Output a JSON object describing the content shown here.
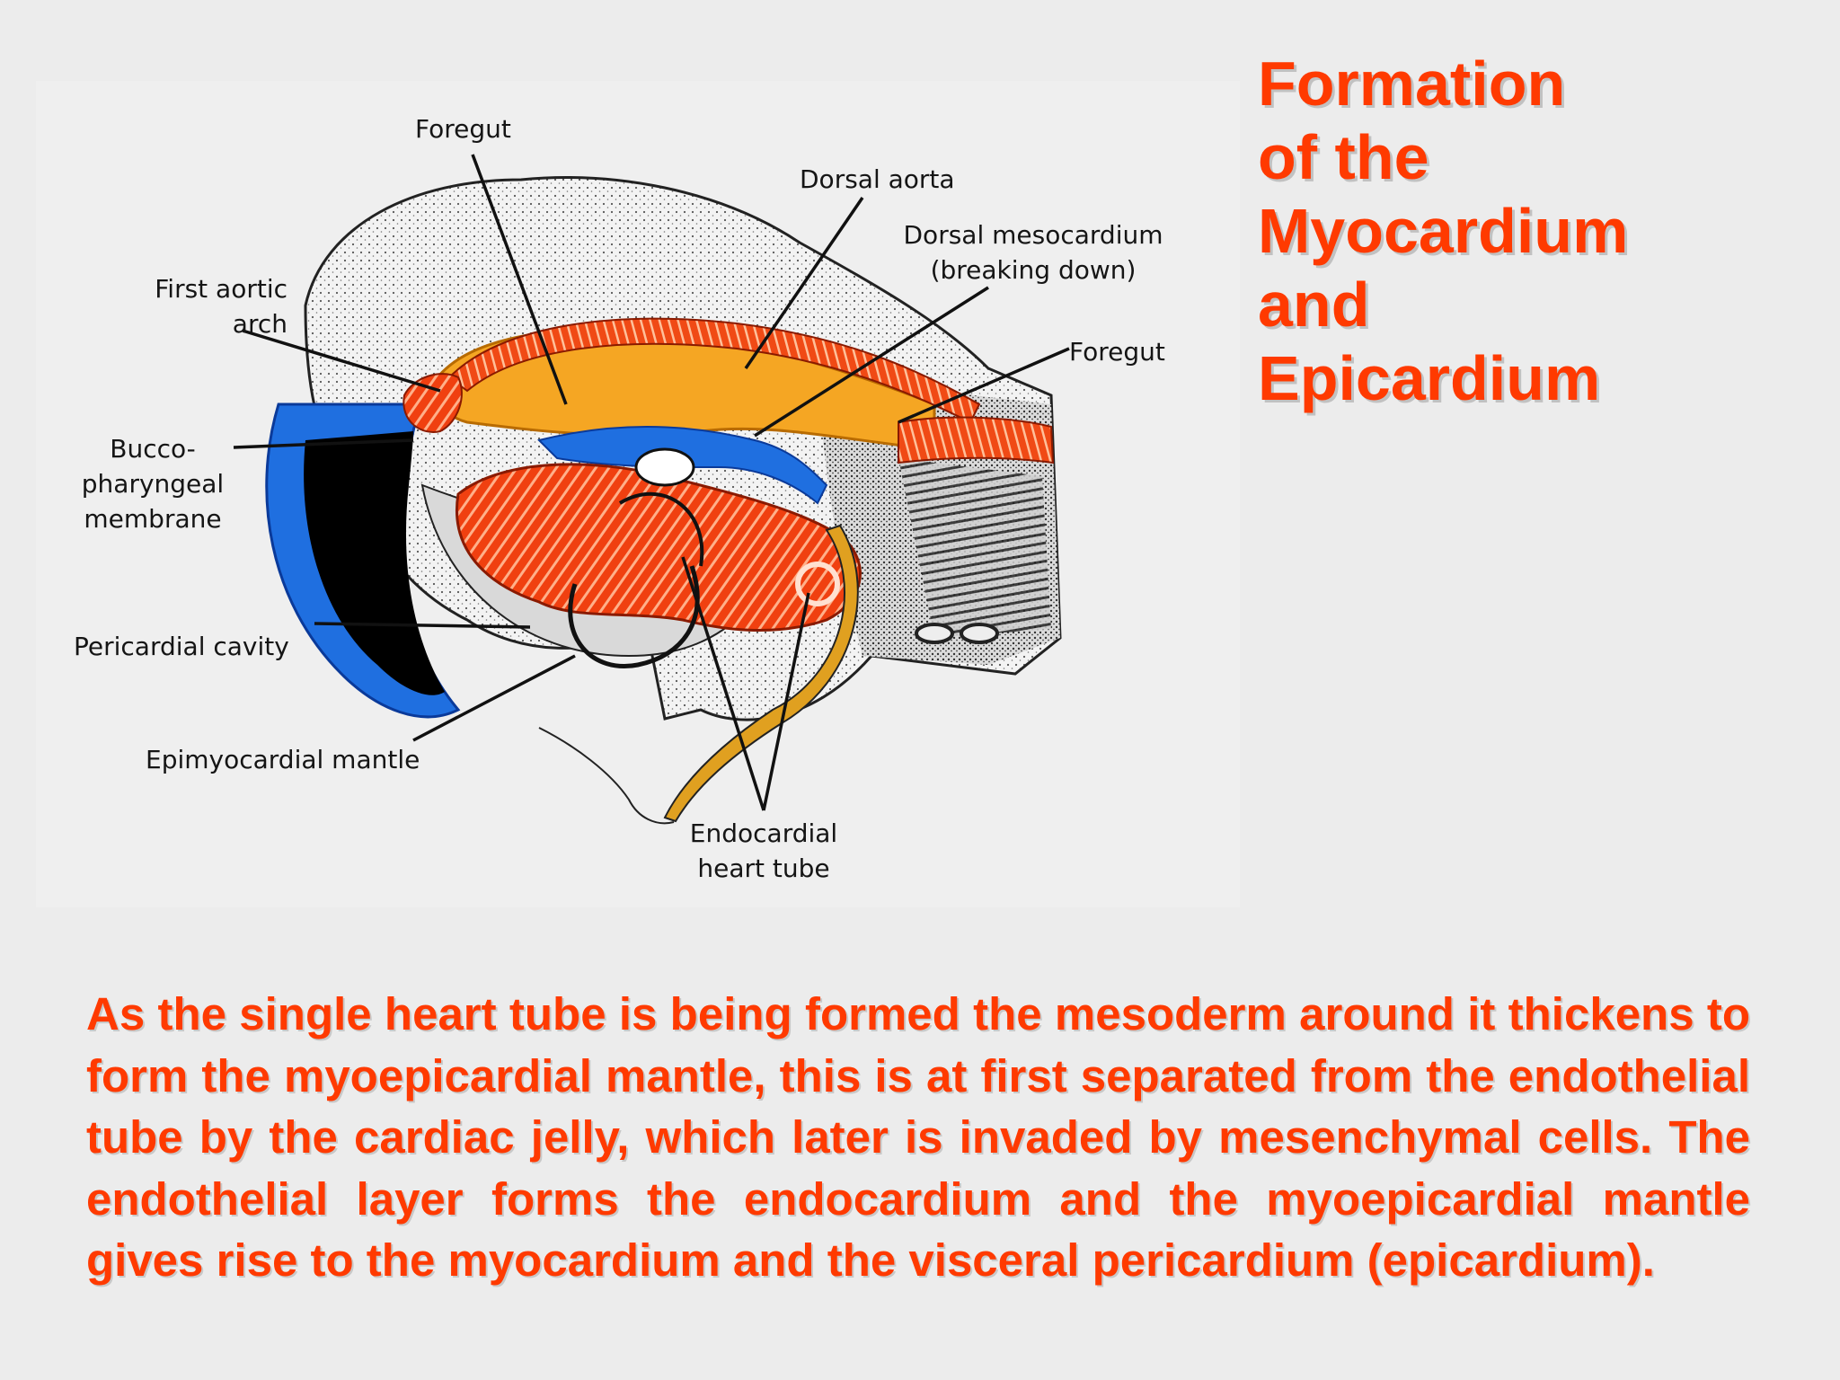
{
  "title_lines": [
    "Formation",
    "of the",
    "Myocardium",
    "and",
    "Epicardium"
  ],
  "body": "As the single heart tube is being formed the mesoderm around it thickens to form the myoepicardial mantle, this is at first separated from the endothelial tube by the cardiac jelly, which later is invaded by mesenchymal cells. The endothelial layer forms the endocardium and the myoepicardial mantle gives rise to the myocardium and the visceral pericardium (epicardium).",
  "labels": {
    "foregut_top": "Foregut",
    "dorsal_aorta": "Dorsal aorta",
    "dorsal_mesocardium_1": "Dorsal mesocardium",
    "dorsal_mesocardium_2": "(breaking down)",
    "foregut_right": "Foregut",
    "first_aortic_1": "First aortic",
    "first_aortic_2": "arch",
    "bucco_1": "Bucco-",
    "bucco_2": "pharyngeal",
    "bucco_3": "membrane",
    "pericardial_cavity": "Pericardial cavity",
    "epimyocardial_mantle": "Epimyocardial mantle",
    "endocardial_1": "Endocardial",
    "endocardial_2": "heart tube"
  },
  "colors": {
    "background": "#ececec",
    "title_text": "#ff3a00",
    "myocardium": "#f04010",
    "dorsal_region": "#f5a623",
    "pericardial_blue": "#1f6fe0",
    "cavity_black": "#000000",
    "label_text": "#151515"
  }
}
